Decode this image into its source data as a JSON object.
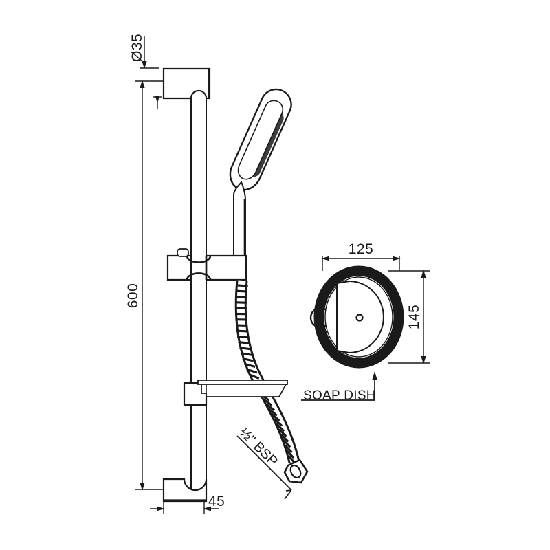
{
  "drawing": {
    "title": "Shower Rail Kit Technical Drawing",
    "background_color": "#ffffff",
    "line_color": "#1a1a1a",
    "fill_color": "#ffffff"
  },
  "dimensions": {
    "rail_diameter": {
      "label": "Ø35",
      "name": "rail-diameter",
      "orientation": "vertical"
    },
    "rail_length": {
      "label": "600",
      "name": "rail-length",
      "orientation": "vertical"
    },
    "bracket_projection": {
      "label": "45",
      "name": "bracket-projection",
      "orientation": "horizontal"
    },
    "soap_dish_width": {
      "label": "125",
      "name": "soap-dish-width",
      "orientation": "horizontal"
    },
    "soap_dish_height": {
      "label": "145",
      "name": "soap-dish-height",
      "orientation": "vertical"
    }
  },
  "annotations": {
    "soap_dish": {
      "label": "SOAP DISH",
      "name": "soap-dish-callout"
    },
    "hose_thread": {
      "label": "½\" BSP",
      "name": "hose-thread-callout"
    }
  },
  "parts": {
    "top_bracket": "top-wall-bracket",
    "bottom_bracket": "bottom-wall-bracket",
    "slide_rail": "slide-rail-bar",
    "slider_holder": "sliding-handset-holder",
    "hand_shower": "hand-shower-head",
    "shower_handle": "hand-shower-handle",
    "flexible_hose": "flexible-shower-hose",
    "hose_nut": "hose-connector-nut",
    "soap_dish_side": "soap-dish-side-view",
    "soap_dish_plan": "soap-dish-plan-view"
  }
}
